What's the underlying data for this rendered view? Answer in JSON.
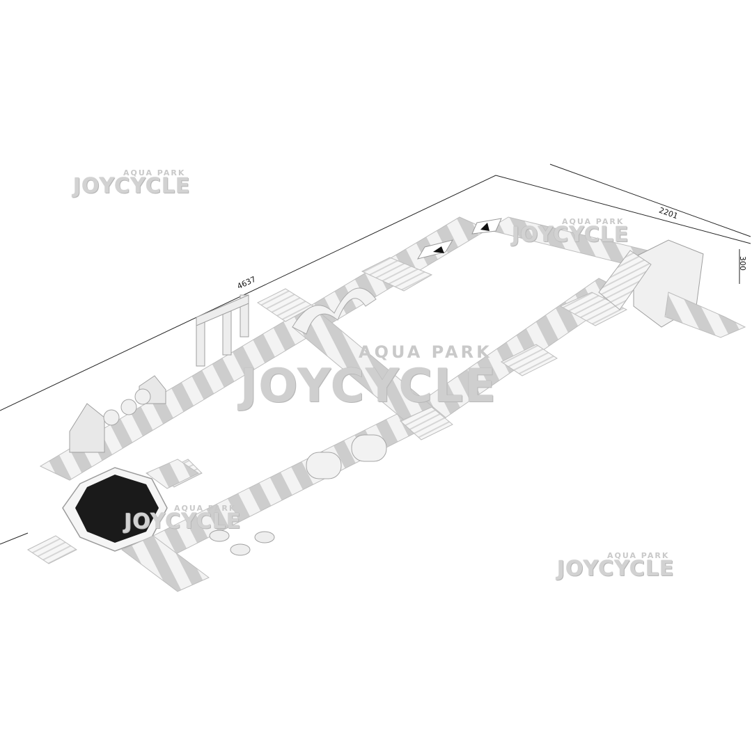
{
  "watermark": {
    "brand": "JOYCYCLE",
    "sub": "AQUA PARK"
  },
  "dimensions": {
    "length": "4637",
    "width": "2201",
    "height": "300"
  },
  "colors": {
    "module_white": "#f4f4f4",
    "module_gray": "#cfcfcf",
    "module_dark": "#a9a9a9",
    "trampoline_mat": "#1a1a1a",
    "dimension_line": "#222222"
  }
}
